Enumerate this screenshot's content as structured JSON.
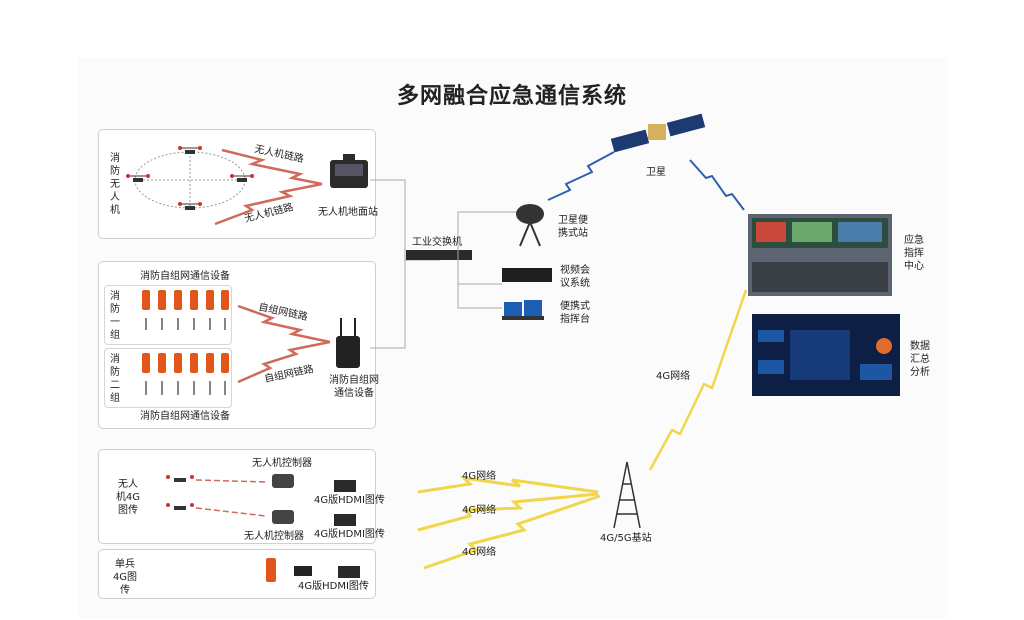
{
  "title": "多网融合应急通信系统",
  "drone_panel": {
    "label": "消防无人机",
    "link_top": "无人机链路",
    "link_bottom": "无人机链路",
    "ground_station": "无人机地面站"
  },
  "mesh_panel": {
    "top_label": "消防自组网通信设备",
    "bottom_label": "消防自组网通信设备",
    "group1": "消防一组",
    "group2": "消防二组",
    "link_top": "自组网链路",
    "link_bottom": "自组网链路",
    "device": "消防自组网通信设备"
  },
  "switch": "工业交换机",
  "satellite_station": "卫星便携式站",
  "video_conf": "视频会议系统",
  "portable_cmd": "便携式指挥台",
  "satellite": "卫星",
  "command_center": "应急指挥中心",
  "data_analysis": "数据汇总分析",
  "net_4g_right": "4G网络",
  "uav4g_panel": {
    "label": "无人机4G图传",
    "controller_top": "无人机控制器",
    "controller_bottom": "无人机控制器",
    "hdmi_top": "4G版HDMI图传",
    "hdmi_bottom": "4G版HDMI图传"
  },
  "soldier_panel": {
    "label": "单兵4G图传",
    "hdmi": "4G版HDMI图传"
  },
  "net_4g_links": [
    "4G网络",
    "4G网络",
    "4G网络"
  ],
  "base_station": "4G/5G基站",
  "colors": {
    "drone_link": "#d06a5a",
    "sat_link": "#2f5fb0",
    "net_4g": "#f2d64a",
    "firefighter": "#e2561c"
  }
}
